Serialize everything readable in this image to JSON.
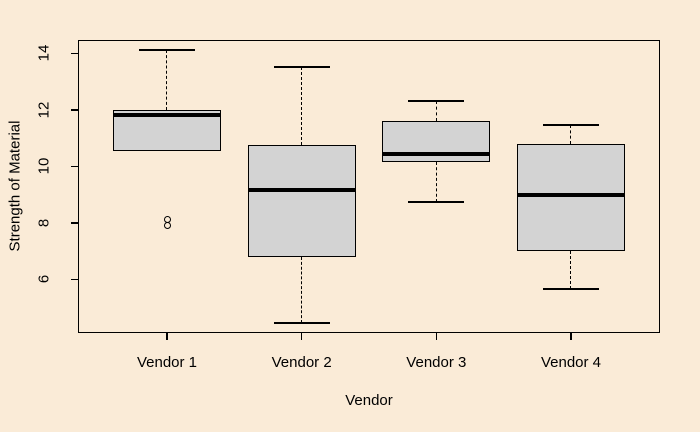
{
  "figure": {
    "background_color": "#FAEBD7"
  },
  "chart_data": {
    "type": "boxplot",
    "title": "",
    "xlabel": "Vendor",
    "ylabel": "Strength of Material",
    "categories": [
      "Vendor 1",
      "Vendor 2",
      "Vendor 3",
      "Vendor 4"
    ],
    "y_ticks": [
      14,
      12,
      10,
      8,
      6
    ],
    "ylim": [
      4.1,
      14.47
    ],
    "grid": false,
    "legend": "none",
    "whisker_line_style": "dashed",
    "series": [
      {
        "name": "Vendor 1",
        "whisker_low": 10.55,
        "q1": 10.55,
        "median": 11.8,
        "q3": 12.0,
        "whisker_high": 14.1,
        "outliers": [
          8.1,
          7.9
        ]
      },
      {
        "name": "Vendor 2",
        "whisker_low": 4.45,
        "q1": 6.8,
        "median": 9.15,
        "q3": 10.75,
        "whisker_high": 13.5,
        "outliers": []
      },
      {
        "name": "Vendor 3",
        "whisker_low": 8.75,
        "q1": 10.15,
        "median": 10.45,
        "q3": 11.6,
        "whisker_high": 12.3,
        "outliers": []
      },
      {
        "name": "Vendor 4",
        "whisker_low": 5.65,
        "q1": 7.0,
        "median": 9.0,
        "q3": 10.8,
        "whisker_high": 11.45,
        "outliers": []
      }
    ],
    "colors": {
      "background": "#FAEBD7",
      "box_fill": "#D3D3D3",
      "line": "#000000",
      "text": "#000000"
    }
  }
}
